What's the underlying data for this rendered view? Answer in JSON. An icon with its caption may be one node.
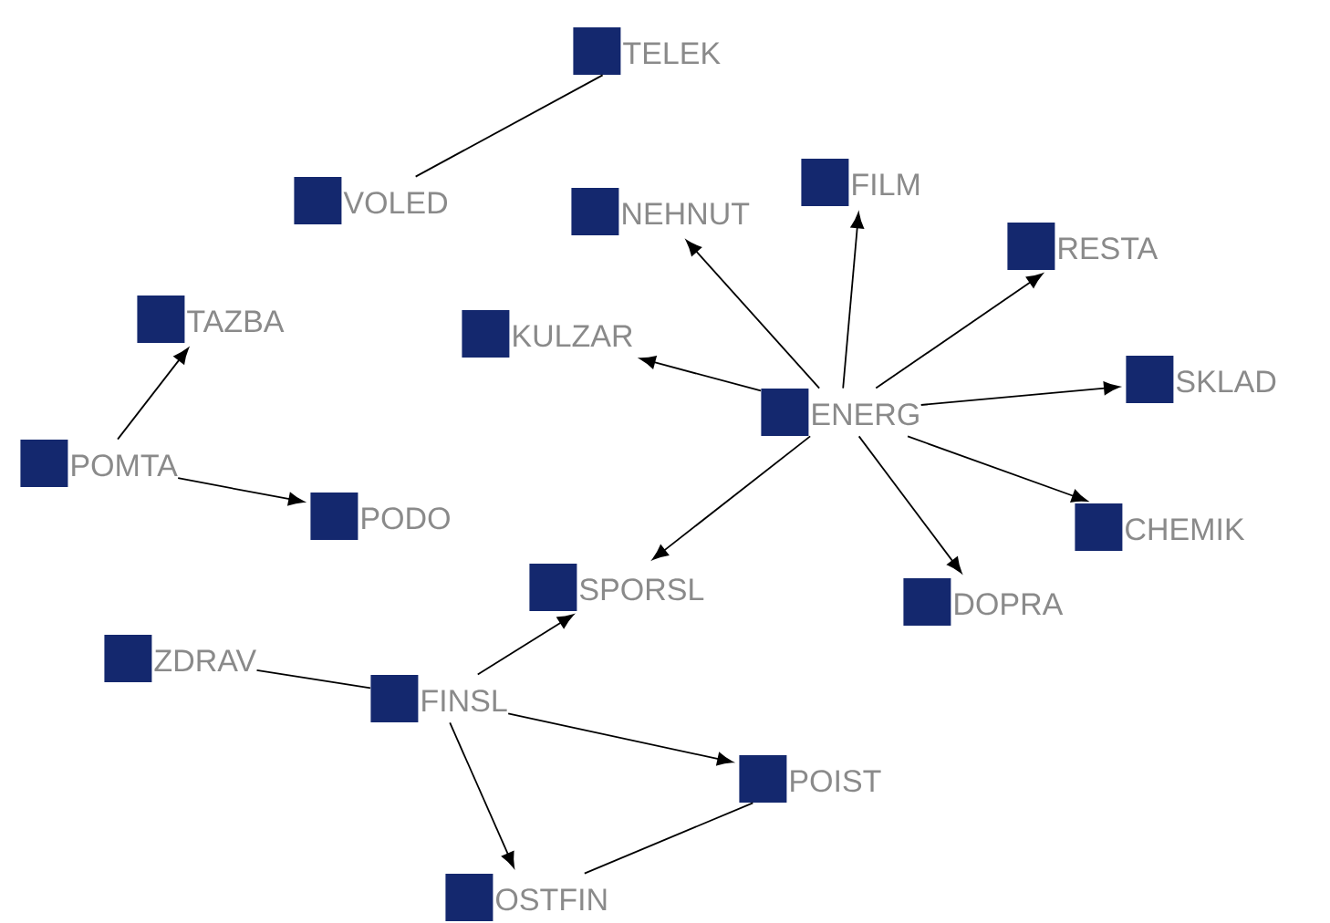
{
  "diagram": {
    "nodes": [
      {
        "text": [
          "TELEK"
        ]
      },
      {
        "text": [
          "VOLED"
        ]
      },
      {
        "text": [
          "NEHNUT"
        ]
      },
      {
        "text": [
          "FILM"
        ]
      },
      {
        "text": [
          "RESTA"
        ]
      },
      {
        "text": [
          "TAZBA"
        ]
      },
      {
        "text": [
          "KULZAR"
        ]
      },
      {
        "text": [
          "ENERG"
        ]
      },
      {
        "text": [
          "SKLAD"
        ]
      },
      {
        "text": [
          "POMTA"
        ]
      },
      {
        "text": [
          "PODO"
        ]
      },
      {
        "text": [
          "CHEMIK"
        ]
      },
      {
        "text": [
          "SPORSL"
        ]
      },
      {
        "text": [
          "DOPRA"
        ]
      },
      {
        "text": [
          "ZDRAV"
        ]
      },
      {
        "text": [
          "FINSL"
        ]
      },
      {
        "text": [
          "POIST"
        ]
      },
      {
        "text": [
          "OSTFIN"
        ]
      }
    ],
    "edges": [
      {
        "from": 1,
        "to": 0,
        "arrow": "none"
      },
      {
        "from": 7,
        "to": 2,
        "arrow": "to"
      },
      {
        "from": 7,
        "to": 3,
        "arrow": "to"
      },
      {
        "from": 7,
        "to": 4,
        "arrow": "to"
      },
      {
        "from": 7,
        "to": 6,
        "arrow": "to"
      },
      {
        "from": 7,
        "to": 8,
        "arrow": "to"
      },
      {
        "from": 7,
        "to": 11,
        "arrow": "to"
      },
      {
        "from": 7,
        "to": 13,
        "arrow": "to"
      },
      {
        "from": 7,
        "to": 12,
        "arrow": "to"
      },
      {
        "from": 9,
        "to": 5,
        "arrow": "to"
      },
      {
        "from": 9,
        "to": 10,
        "arrow": "to"
      },
      {
        "from": 14,
        "to": 15,
        "arrow": "none"
      },
      {
        "from": 15,
        "to": 12,
        "arrow": "to"
      },
      {
        "from": 15,
        "to": 16,
        "arrow": "to"
      },
      {
        "from": 15,
        "to": 17,
        "arrow": "to"
      },
      {
        "from": 17,
        "to": 16,
        "arrow": "none"
      }
    ]
  }
}
